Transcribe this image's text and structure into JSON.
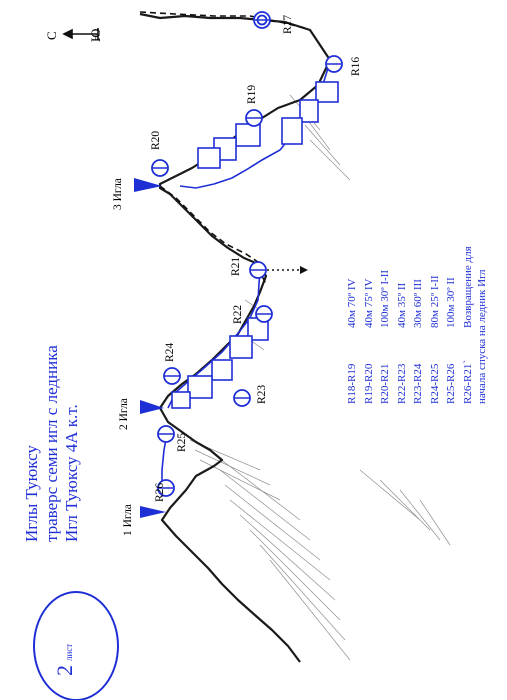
{
  "title": {
    "line1": "Иглы Туюксу",
    "line2": "траверс семи игл с ледника",
    "line3": "Игл Туюксу 4А к.т."
  },
  "sheet": {
    "number": "2",
    "word": "лист"
  },
  "compass": {
    "north": "С",
    "south": "Ю"
  },
  "peaks": [
    {
      "id": "p1",
      "label": "1 Игла"
    },
    {
      "id": "p2",
      "label": "2 Игла"
    },
    {
      "id": "p3",
      "label": "3 Игла"
    }
  ],
  "stations": [
    "R16",
    "R17",
    "R19",
    "R20",
    "R21",
    "R22",
    "R23",
    "R24",
    "R25",
    "R26"
  ],
  "legend": [
    {
      "route": "R18-R19",
      "desc": "40м 70º IV"
    },
    {
      "route": "R19-R20",
      "desc": "40м 75º IV"
    },
    {
      "route": "R20-R21",
      "desc": "100м 30º I-II"
    },
    {
      "route": "R22-R23",
      "desc": "40м 35º II"
    },
    {
      "route": "R23-R24",
      "desc": "30м 60º III"
    },
    {
      "route": "R24-R25",
      "desc": "80м 25º I-II"
    },
    {
      "route": "R25-R26",
      "desc": "100м 30º II"
    },
    {
      "route": "R26-R21`",
      "desc": "Возвращение для"
    },
    {
      "route": "",
      "desc": "начала спуска на ледник Игл"
    }
  ],
  "colors": {
    "route_blue": "#1f2fd6",
    "rock": "#1a1a1a"
  }
}
